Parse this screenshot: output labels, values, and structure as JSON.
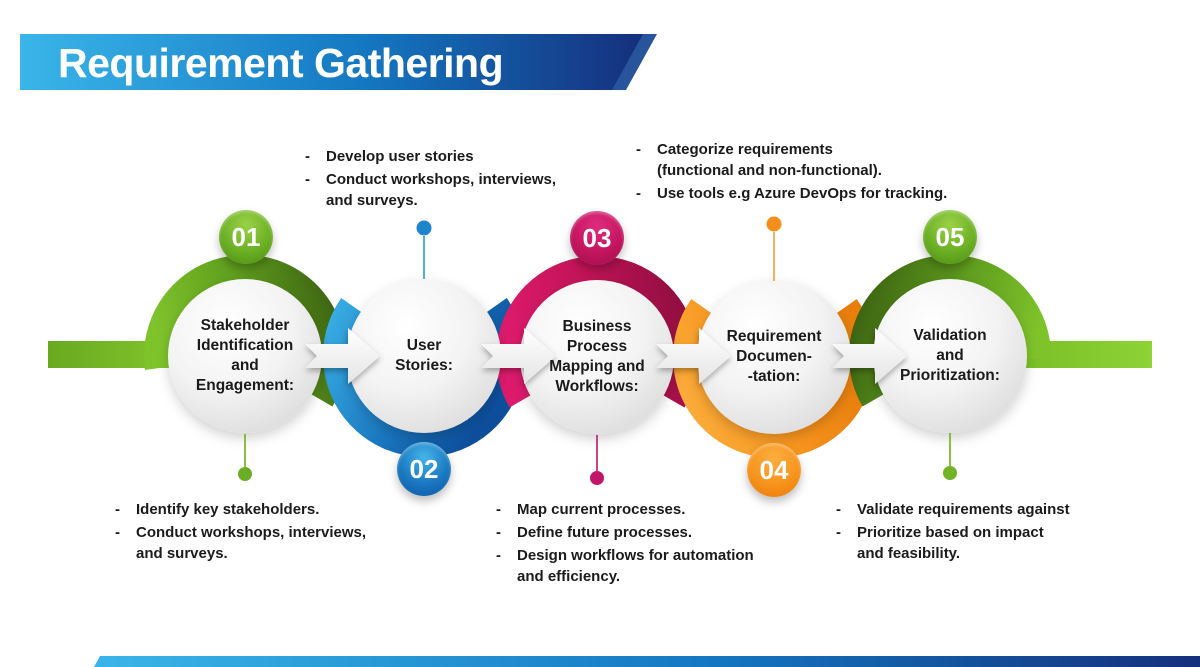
{
  "title": "Requirement Gathering",
  "ui": {
    "dash": "-"
  },
  "steps": [
    {
      "number": "01",
      "label": "Stakeholder\nIdentification\nand\nEngagement:",
      "color": "#76B82A"
    },
    {
      "number": "02",
      "label": "User\nStories:",
      "color": "#1E8FD0"
    },
    {
      "number": "03",
      "label": "Business\nProcess\nMapping and\nWorkflows:",
      "color": "#C4156A"
    },
    {
      "number": "04",
      "label": "Requirement\nDocumen-\n-tation:",
      "color": "#F7941D"
    },
    {
      "number": "05",
      "label": "Validation\nand\nPrioritization:",
      "color": "#76B82A"
    }
  ],
  "bullet_groups": [
    {
      "id": "above-step-2",
      "items": [
        "Develop user stories",
        "Conduct workshops, interviews,\nand surveys."
      ]
    },
    {
      "id": "above-step-4",
      "items": [
        "Categorize requirements\n(functional and non-functional).",
        "Use tools e.g Azure DevOps for tracking."
      ]
    },
    {
      "id": "below-step-1",
      "items": [
        "Identify key stakeholders.",
        "Conduct workshops, interviews,\nand surveys."
      ]
    },
    {
      "id": "below-step-3",
      "items": [
        "Map current processes.",
        "Define future processes.",
        "Design workflows for automation\nand efficiency."
      ]
    },
    {
      "id": "below-step-5",
      "items": [
        "Validate requirements against",
        "Prioritize based on impact\nand feasibility."
      ]
    }
  ],
  "colors": {
    "banner_gradient": [
      "#3AB5E9",
      "#1478C2",
      "#152F7C"
    ],
    "timeline_gray": "#D8D8D8",
    "green_band": "#76B82A",
    "text": "#1B1B1B",
    "title_text": "#FFFFFF"
  }
}
